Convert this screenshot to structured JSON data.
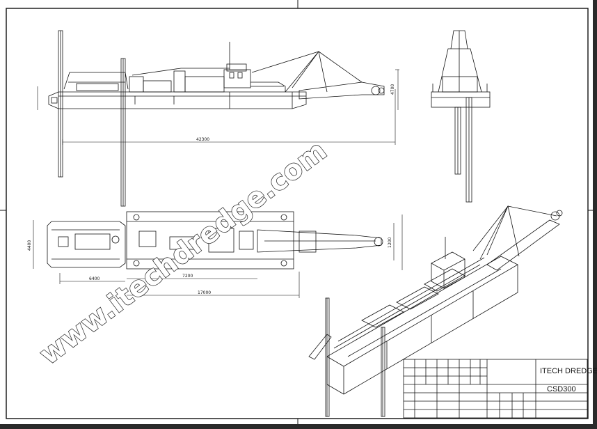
{
  "drawing": {
    "watermark": "www.itechdredge.com",
    "title_block": {
      "company": "ITECH DREDGE",
      "model": "CSD300"
    },
    "dimensions": {
      "side_overall_length": "42300",
      "side_height": "4700",
      "plan_overall_width": "4400",
      "plan_segment_a": "6400",
      "plan_segment_b": "7200",
      "plan_segment_c": "17000",
      "plan_width_right": "1200"
    }
  }
}
